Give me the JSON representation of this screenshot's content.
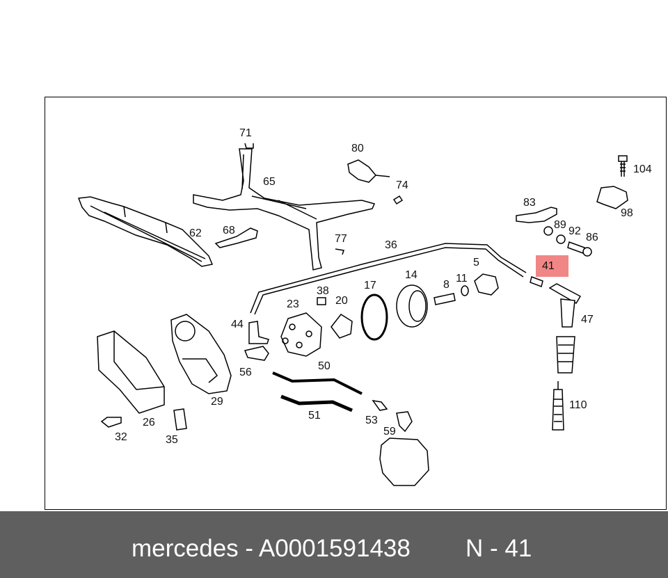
{
  "diagram": {
    "highlighted_part": "41",
    "labels": {
      "p71": "71",
      "p80": "80",
      "p104": "104",
      "p65": "65",
      "p74": "74",
      "p83": "83",
      "p98": "98",
      "p62": "62",
      "p68": "68",
      "p89": "89",
      "p92": "92",
      "p86": "86",
      "p77": "77",
      "p36": "36",
      "p41": "41",
      "p5": "5",
      "p14": "14",
      "p11": "11",
      "p8": "8",
      "p17": "17",
      "p38": "38",
      "p23": "23",
      "p20": "20",
      "p47": "47",
      "p44": "44",
      "p50": "50",
      "p56": "56",
      "p29": "29",
      "p110": "110",
      "p51": "51",
      "p53": "53",
      "p26": "26",
      "p32": "32",
      "p35": "35",
      "p59": "59"
    }
  },
  "footer": {
    "brand_text": "mercedes - A0001591438",
    "position_text": "N - 41"
  }
}
